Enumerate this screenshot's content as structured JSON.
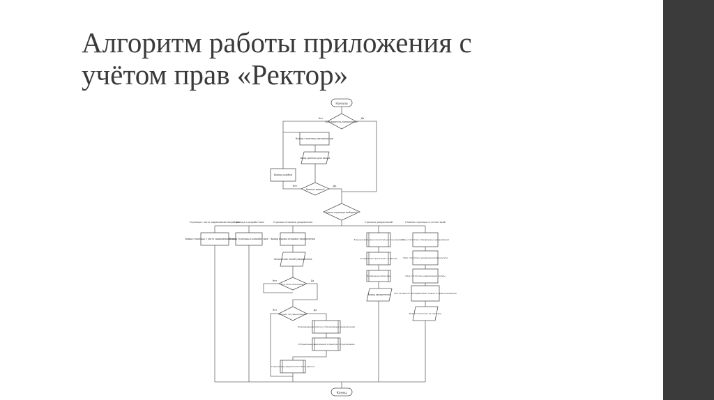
{
  "slide": {
    "title_line1": "Алгоритм работы приложения с",
    "title_line2": "учётом прав «Ректор»"
  },
  "diagram": {
    "start": "Начало",
    "end": "Конец",
    "auth_check": "Пользователь авторизован?",
    "auth_no": "Нет",
    "auth_yes": "Да",
    "auth_page": "Вывод страницы авторизации",
    "input_data": "Ввод данных для входа",
    "error_out": "Вывод ошибки",
    "data_check": "Данные верны?",
    "data_no": "Нет",
    "data_yes": "Да",
    "page_choice": "Какая страница выбрана?",
    "branches": [
      "Страница с часто задаваемыми вопросами",
      "Страница о разработчике",
      "Страница отправки уведомления",
      "Страница уведомлений",
      "Главная страница со статистикой"
    ],
    "faq_out": "Вывод страницы с часто задаваемыми вопросами",
    "dev_out": "Вывод страницы о разработчике",
    "form_out": "Вывод формы отправки уведомления",
    "fill_fields": "Заполнение полей уведомления",
    "fields_check": "Все поля заполнены?",
    "fields_no": "Нет",
    "fields_yes": "Да",
    "type_check": "Разовое ли уведомление?",
    "type_no": "Нет",
    "type_yes": "Да",
    "form_list": "Формирование списка отправляемых уведомлений",
    "send_notif": "Отправление уведомлений особый раз по расписанию",
    "save_db": "Сохранение уведомления в базе данных",
    "notif_filters": "Загрузка фильтров относительно пользователя",
    "apply_filters": "Отображение фильтров в странице",
    "applied": "Применение фильтров",
    "notif_out": "Вывод уведомлений",
    "stats1": "Сбор статистики отправленных уведомлений",
    "stats2": "Сбор статистики уведомлений факультета",
    "stats3": "Сбор статистики уведомлений группы",
    "stats4": "Учет активности преподавателей / Анализ от прав пользователя",
    "stats_out": "Вывод статистики на странице"
  }
}
